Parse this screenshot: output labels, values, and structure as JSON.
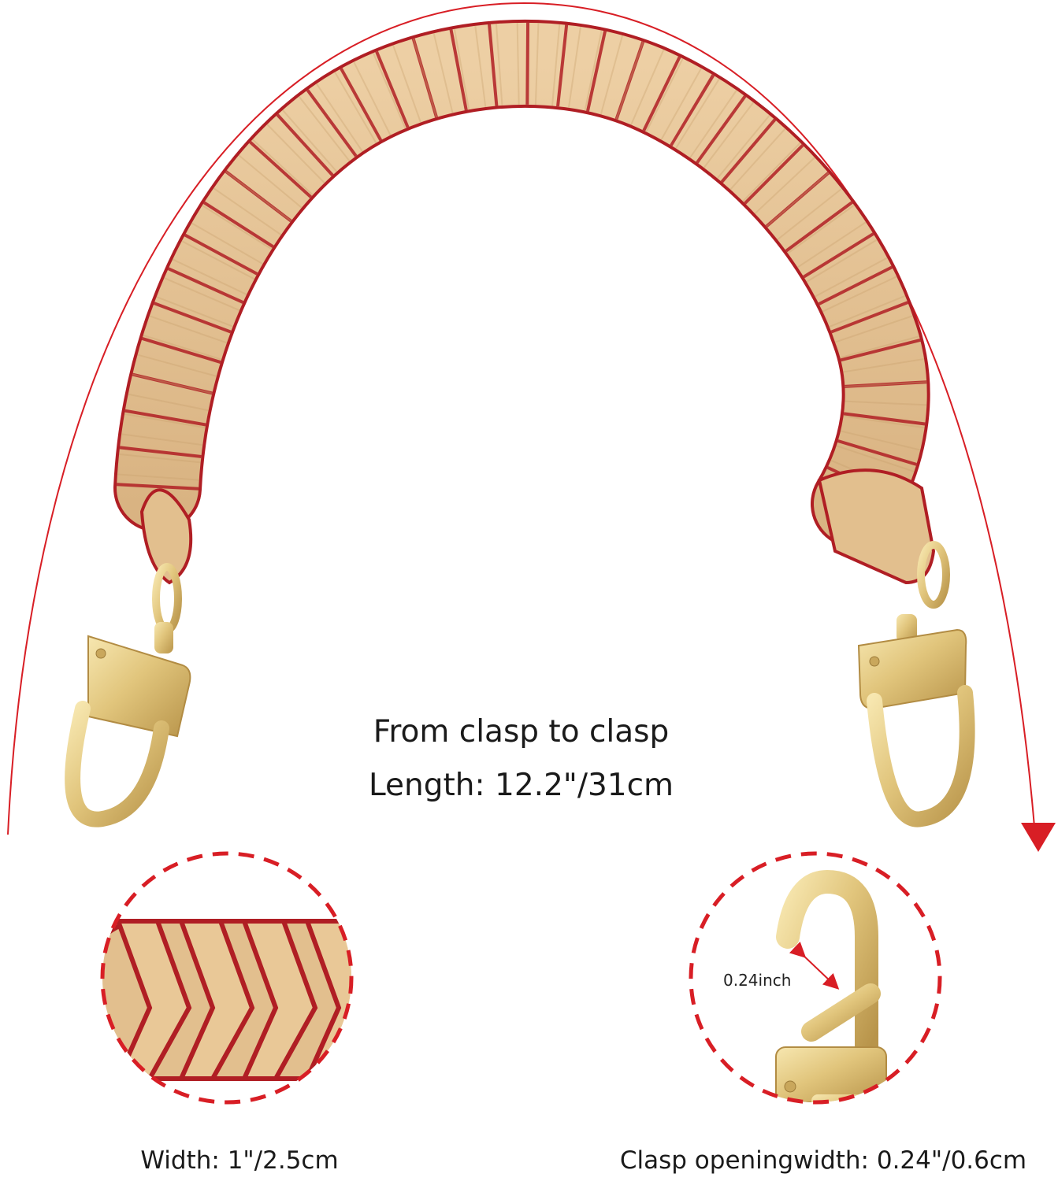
{
  "captions": {
    "length_title": "From clasp to clasp",
    "length_value": "Length: 12.2\"/31cm",
    "width": "Width: 1\"/2.5cm",
    "clasp_opening": "Clasp openingwidth: 0.24\"/0.6cm",
    "opening_detail": "0.24inch"
  },
  "colors": {
    "leather_tan": "#e2bf8e",
    "edge_red": "#b01e24",
    "gold": "#e8cf86",
    "dashed_red": "#d81e25"
  }
}
